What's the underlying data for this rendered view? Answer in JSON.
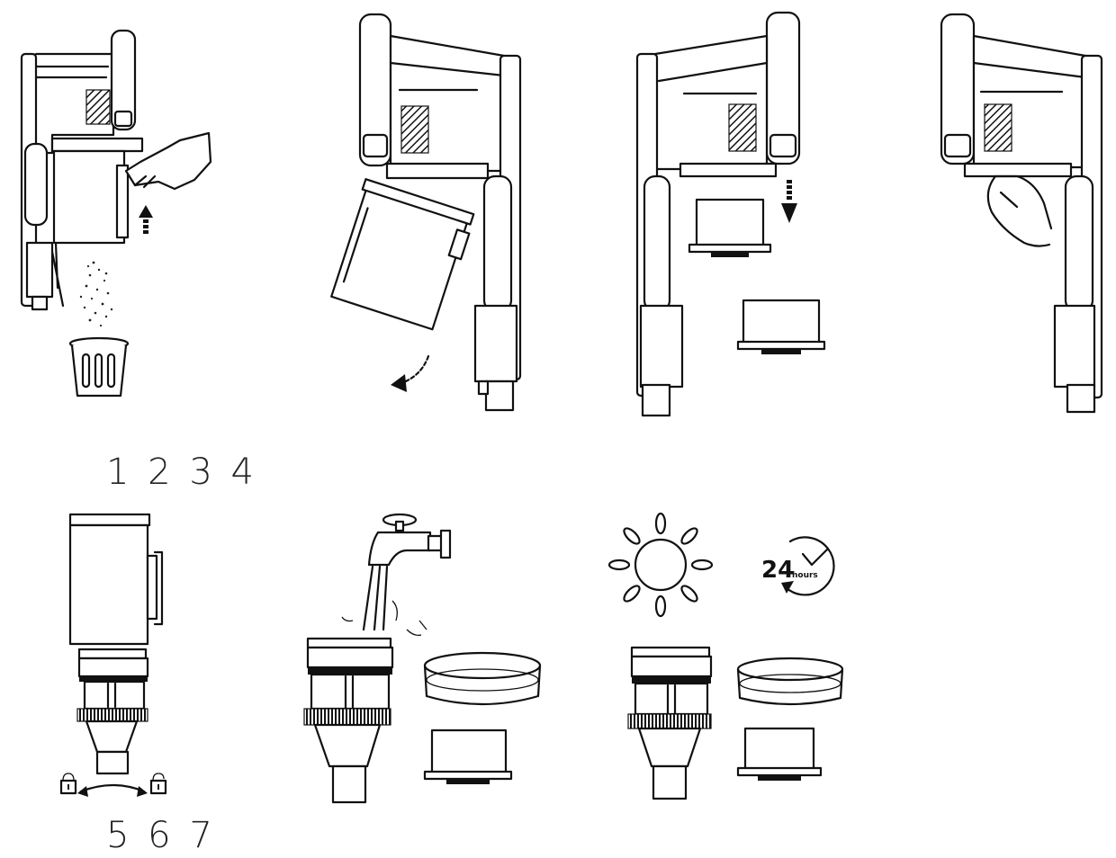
{
  "labels": {
    "row1": "1 2 3 4",
    "row2": "5 6 7"
  },
  "badge": {
    "number": "24",
    "unit": "hours"
  },
  "colors": {
    "stroke": "#111111",
    "background": "#ffffff"
  }
}
